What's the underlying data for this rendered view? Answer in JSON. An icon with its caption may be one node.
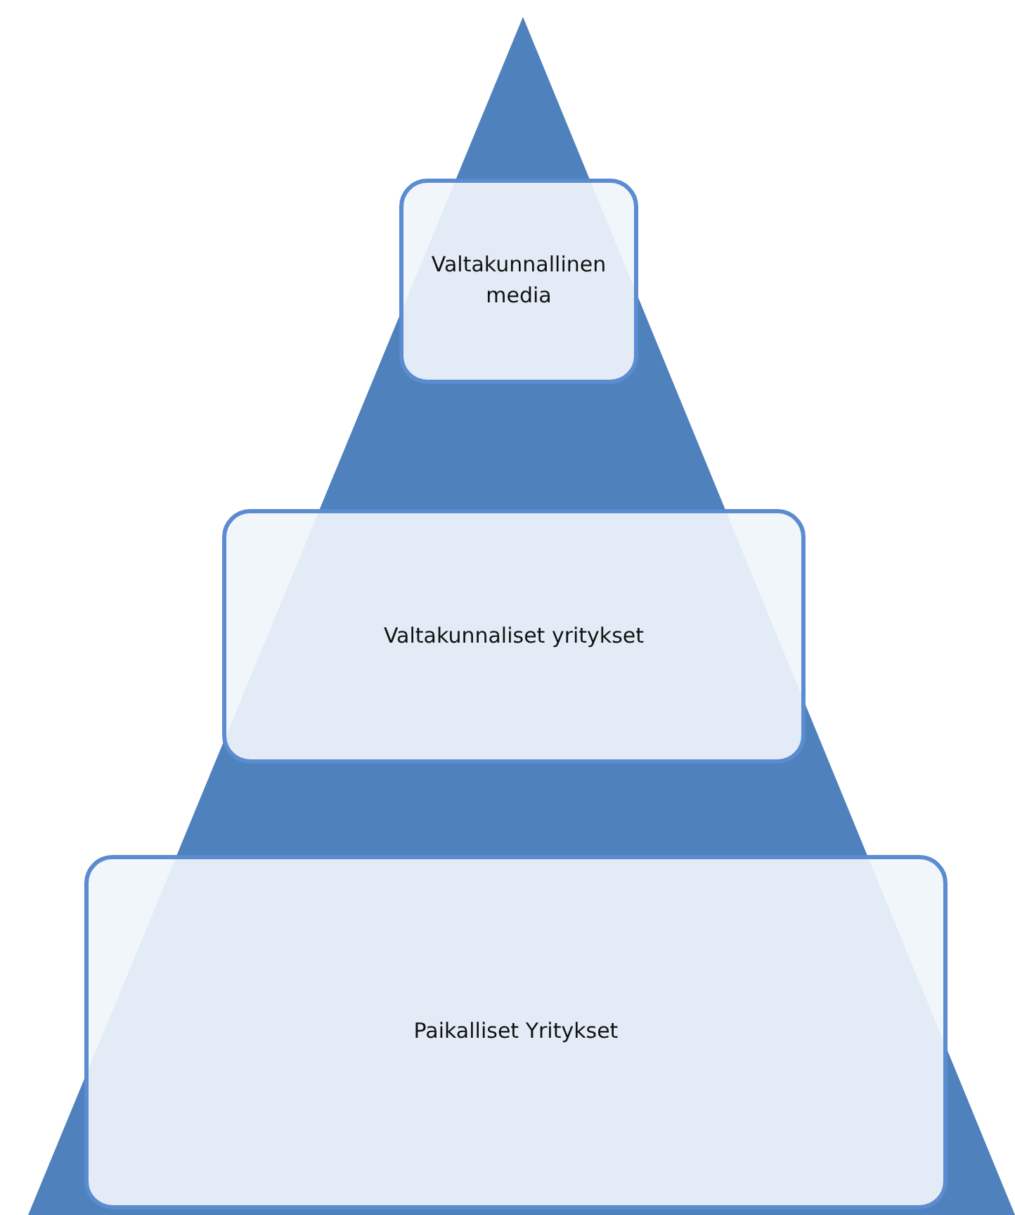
{
  "diagram": {
    "nodes": [
      {
        "text": [
          "Valtakunnallinen media"
        ]
      },
      {
        "text": [
          "Valtakunnaliset yritykset"
        ]
      },
      {
        "text": [
          "Paikalliset Yritykset"
        ]
      }
    ],
    "edges": []
  }
}
